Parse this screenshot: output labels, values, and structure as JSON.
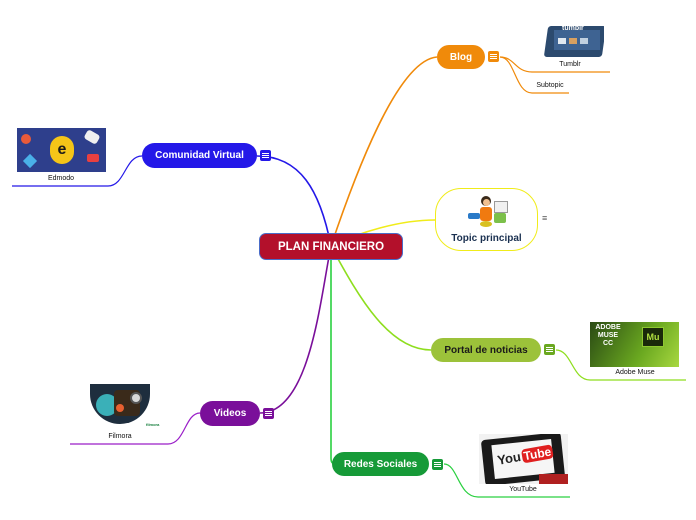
{
  "central": {
    "label": "PLAN FINANCIERO"
  },
  "branches": {
    "blog": {
      "label": "Blog",
      "color": "#f08a0a",
      "subtopics": [
        "Tumblr",
        "Subtopic"
      ]
    },
    "comunidad": {
      "label": "Comunidad Virtual",
      "color": "#2418e8",
      "subtopics": [
        "Edmodo"
      ]
    },
    "topic": {
      "label": "Topic principal",
      "color": "#f0ec1a"
    },
    "portal": {
      "label": "Portal de noticias",
      "color": "#9cc23a",
      "subtopics": [
        "Adobe Muse"
      ]
    },
    "videos": {
      "label": "Videos",
      "color": "#7a0f9a",
      "subtopics": [
        "Filmora"
      ]
    },
    "redes": {
      "label": "Redes Sociales",
      "color": "#169a38",
      "subtopics": [
        "YouTube"
      ]
    }
  },
  "images": {
    "tumblr_text": "tumblr",
    "muse_text": [
      "ADOBE",
      "MUSE",
      "CC"
    ],
    "muse_logo": "Mu",
    "youtube_text": [
      "You",
      "Tube"
    ],
    "edmodo_logo": "e",
    "filmora_mark": "filmora"
  }
}
